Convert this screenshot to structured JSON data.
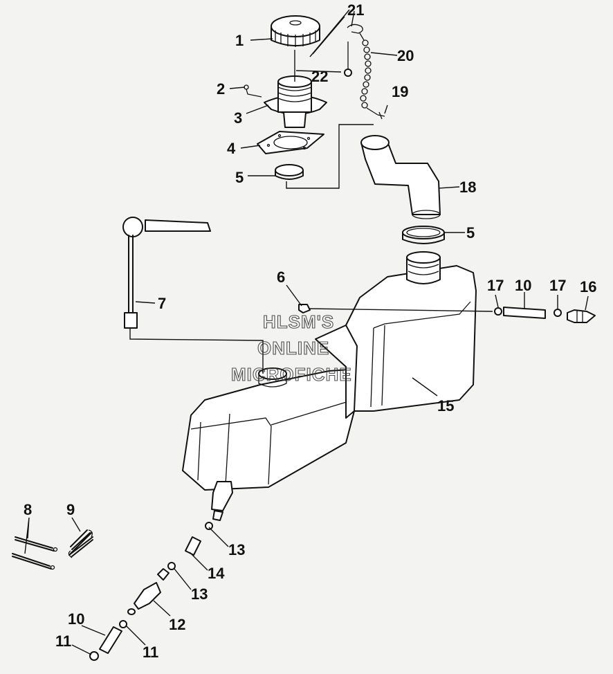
{
  "watermark": {
    "line1": "HLSM'S",
    "line2": "ONLINE",
    "line3": "MICROFICHE"
  },
  "callouts": {
    "c1": "1",
    "c2": "2",
    "c3": "3",
    "c4": "4",
    "c5a": "5",
    "c5b": "5",
    "c6": "6",
    "c7": "7",
    "c8": "8",
    "c9": "9",
    "c10a": "10",
    "c10b": "10",
    "c11a": "11",
    "c11b": "11",
    "c12": "12",
    "c13a": "13",
    "c13b": "13",
    "c14": "14",
    "c15": "15",
    "c16": "16",
    "c17a": "17",
    "c17b": "17",
    "c18": "18",
    "c19": "19",
    "c20": "20",
    "c21": "21",
    "c22": "22"
  }
}
